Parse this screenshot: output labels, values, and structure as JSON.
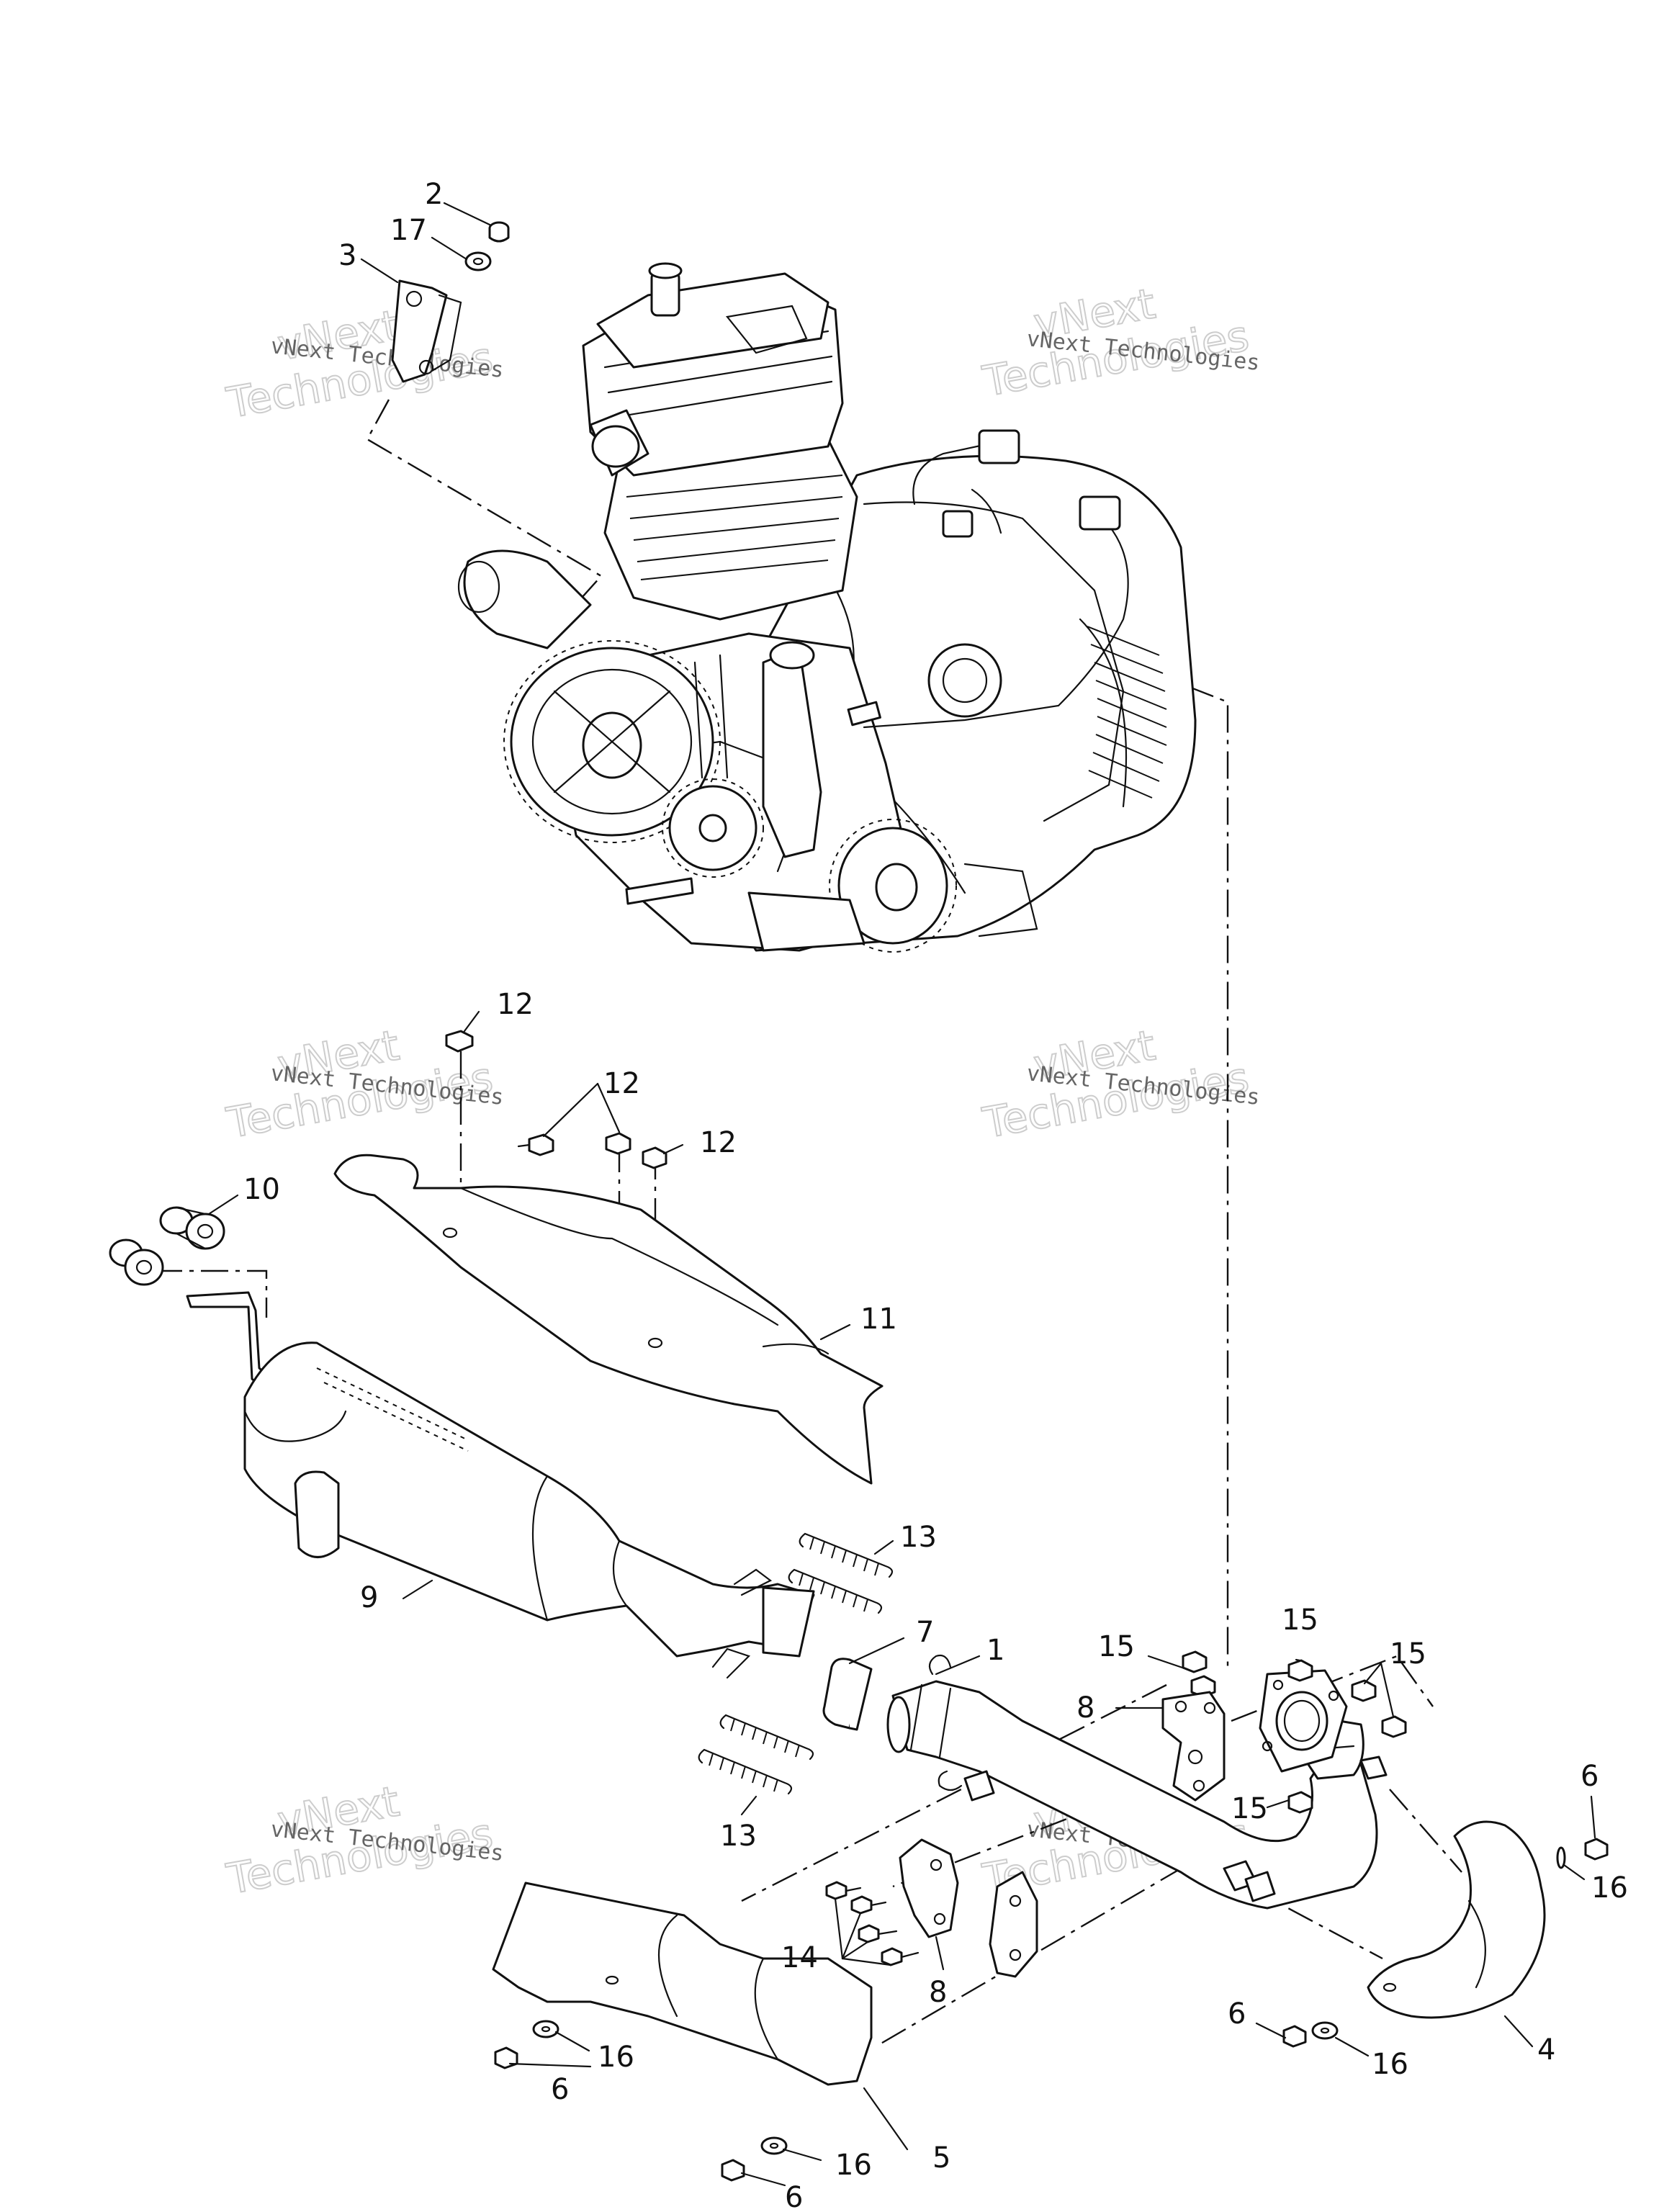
{
  "diagram": {
    "watermark": {
      "line1": "vNext Technologies",
      "line2": "vNext",
      "line3": "Technologies"
    },
    "callouts": [
      {
        "id": "c-2",
        "label": "2"
      },
      {
        "id": "c-17",
        "label": "17"
      },
      {
        "id": "c-3",
        "label": "3"
      },
      {
        "id": "c-12a",
        "label": "12"
      },
      {
        "id": "c-12b",
        "label": "12"
      },
      {
        "id": "c-12c",
        "label": "12"
      },
      {
        "id": "c-10",
        "label": "10"
      },
      {
        "id": "c-11",
        "label": "11"
      },
      {
        "id": "c-9",
        "label": "9"
      },
      {
        "id": "c-13a",
        "label": "13"
      },
      {
        "id": "c-13b",
        "label": "13"
      },
      {
        "id": "c-7",
        "label": "7"
      },
      {
        "id": "c-1",
        "label": "1"
      },
      {
        "id": "c-15a",
        "label": "15"
      },
      {
        "id": "c-15b",
        "label": "15"
      },
      {
        "id": "c-15c",
        "label": "15"
      },
      {
        "id": "c-15d",
        "label": "15"
      },
      {
        "id": "c-8a",
        "label": "8"
      },
      {
        "id": "c-8b",
        "label": "8"
      },
      {
        "id": "c-14",
        "label": "14"
      },
      {
        "id": "c-6a",
        "label": "6"
      },
      {
        "id": "c-16a",
        "label": "16"
      },
      {
        "id": "c-4",
        "label": "4"
      },
      {
        "id": "c-6b",
        "label": "6"
      },
      {
        "id": "c-16b",
        "label": "16"
      },
      {
        "id": "c-6c",
        "label": "6"
      },
      {
        "id": "c-16c",
        "label": "16"
      },
      {
        "id": "c-5",
        "label": "5"
      },
      {
        "id": "c-6d",
        "label": "6"
      },
      {
        "id": "c-16d",
        "label": "16"
      }
    ]
  }
}
